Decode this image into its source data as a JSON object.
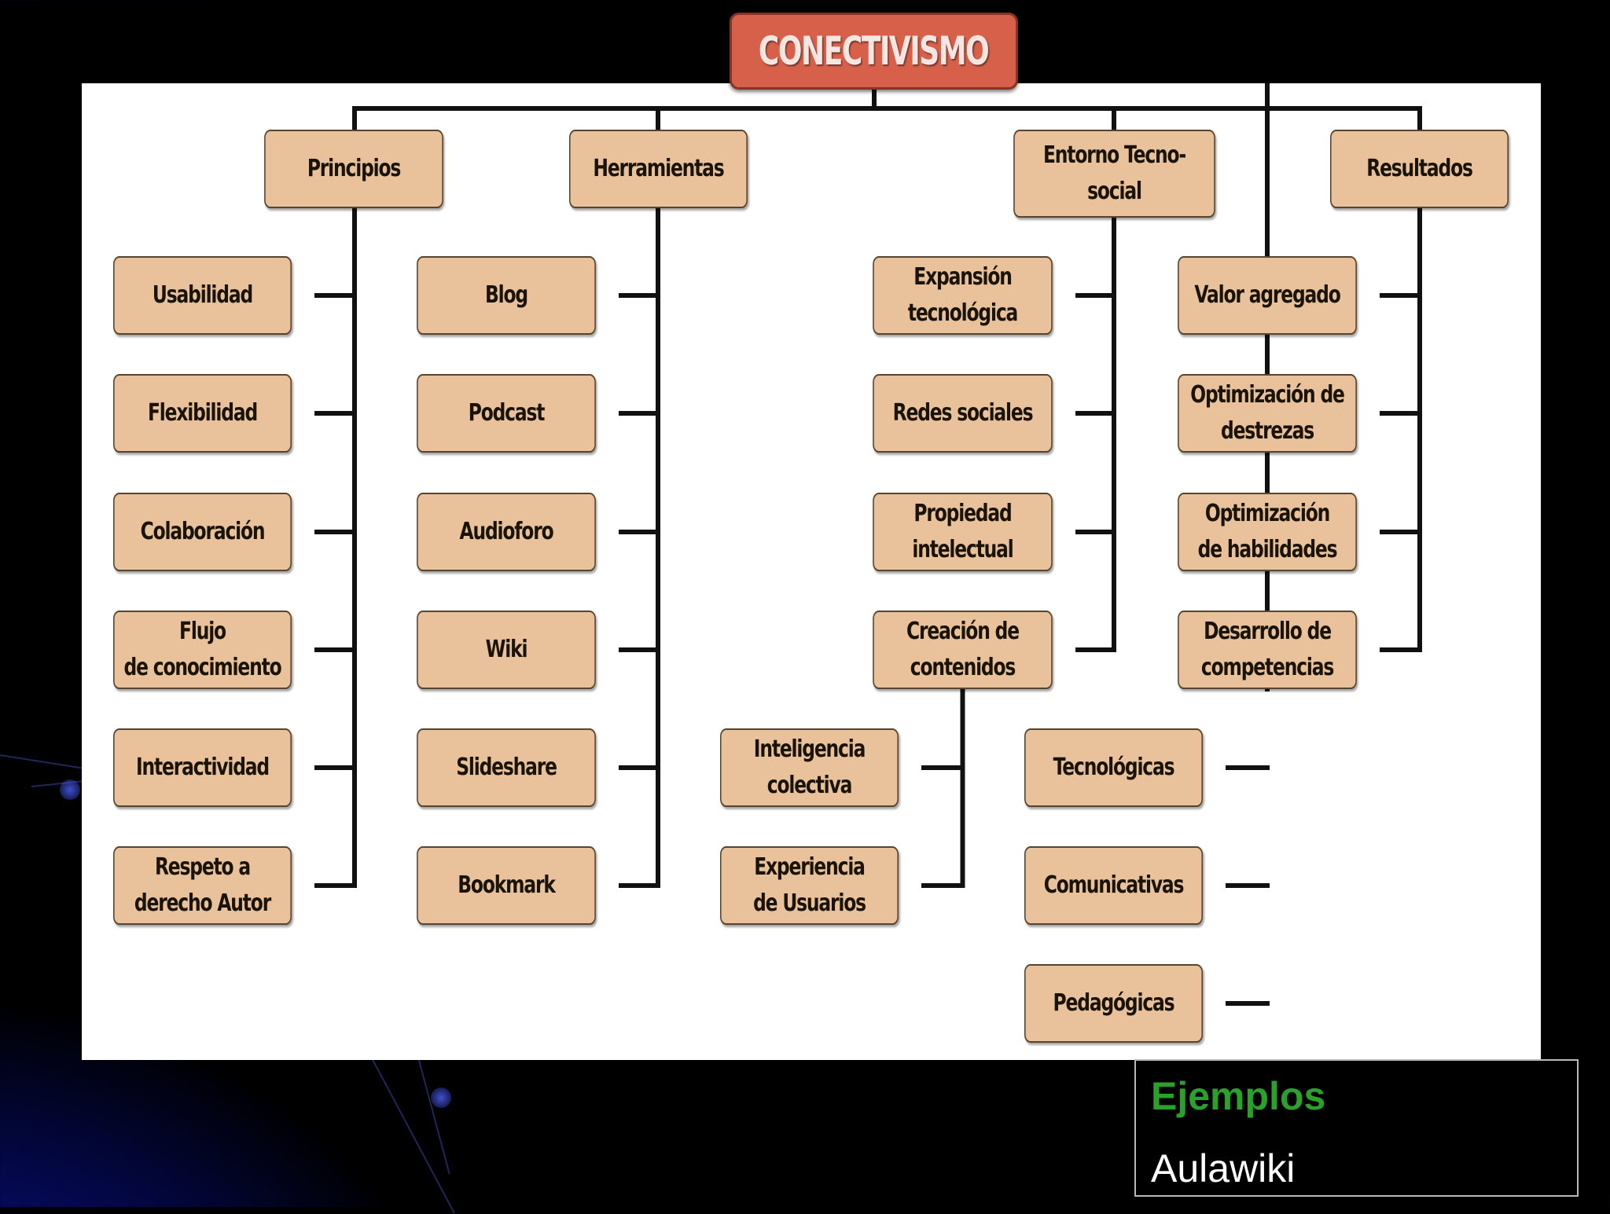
{
  "root": "CONECTIVISMO",
  "branches": [
    {
      "id": "principios",
      "label": [
        "Principios"
      ],
      "children": [
        [
          "Usabilidad"
        ],
        [
          "Flexibilidad"
        ],
        [
          "Colaboración"
        ],
        [
          "Flujo",
          "de conocimiento"
        ],
        [
          "Interactividad"
        ],
        [
          "Respeto a",
          "derecho Autor"
        ]
      ]
    },
    {
      "id": "herramientas",
      "label": [
        "Herramientas"
      ],
      "children": [
        [
          "Blog"
        ],
        [
          "Podcast"
        ],
        [
          "Audioforo"
        ],
        [
          "Wiki"
        ],
        [
          "Slideshare"
        ],
        [
          "Bookmark"
        ]
      ]
    },
    {
      "id": "entorno",
      "label": [
        "Entorno Tecno-",
        "social"
      ],
      "children": [
        [
          "Expansión",
          "tecnológica"
        ],
        [
          "Redes sociales"
        ],
        [
          "Propiedad",
          "intelectual"
        ],
        [
          "Creación de",
          "contenidos"
        ]
      ],
      "sub": [
        [
          "Inteligencia",
          "colectiva"
        ],
        [
          "Experiencia",
          "de Usuarios"
        ]
      ]
    },
    {
      "id": "resultados",
      "label": [
        "Resultados"
      ],
      "children": [
        [
          "Valor agregado"
        ],
        [
          "Optimización de",
          "destrezas"
        ],
        [
          "Optimización",
          "de habilidades"
        ],
        [
          "Desarrollo de",
          "competencias"
        ]
      ],
      "sub": [
        [
          "Tecnológicas"
        ],
        [
          "Comunicativas"
        ],
        [
          "Pedagógicas"
        ]
      ]
    }
  ],
  "examples": {
    "title": "Ejemplos",
    "item": "Aulawiki"
  },
  "colors": {
    "box_fill": "#e9c29b",
    "root_fill": "#d6604a",
    "examples_title": "#2aa12a"
  }
}
